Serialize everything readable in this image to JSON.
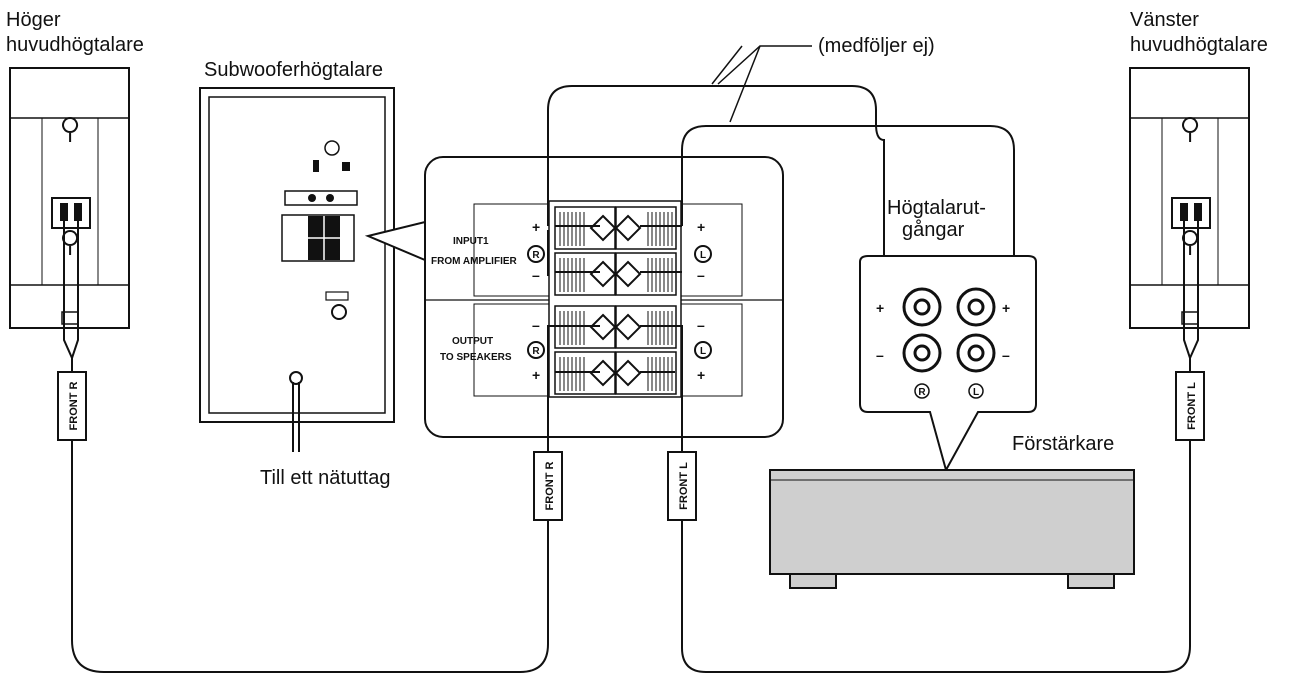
{
  "labels": {
    "right_main_speaker_line1": "Höger",
    "right_main_speaker_line2": "huvudhögtalare",
    "subwoofer": "Subwooferhögtalare",
    "not_supplied": "(medföljer ej)",
    "left_main_speaker_line1": "Vänster",
    "left_main_speaker_line2": "huvudhögtalare",
    "speaker_outputs_line1": "Högtalarut-",
    "speaker_outputs_line2": "gångar",
    "power_outlet": "Till ett nätuttag",
    "amplifier": "Förstärkare"
  },
  "panel": {
    "input_line1": "INPUT1",
    "input_line2": "FROM AMPLIFIER",
    "output_line1": "OUTPUT",
    "output_line2": "TO SPEAKERS",
    "plus": "+",
    "minus": "–",
    "ch_r": "R",
    "ch_l": "L"
  },
  "cable_tags": {
    "front_r": "FRONT R",
    "front_l": "FRONT L"
  },
  "colors": {
    "line": "#111111",
    "amp_body": "#cfcfcf",
    "terminal_dark": "#222222"
  }
}
